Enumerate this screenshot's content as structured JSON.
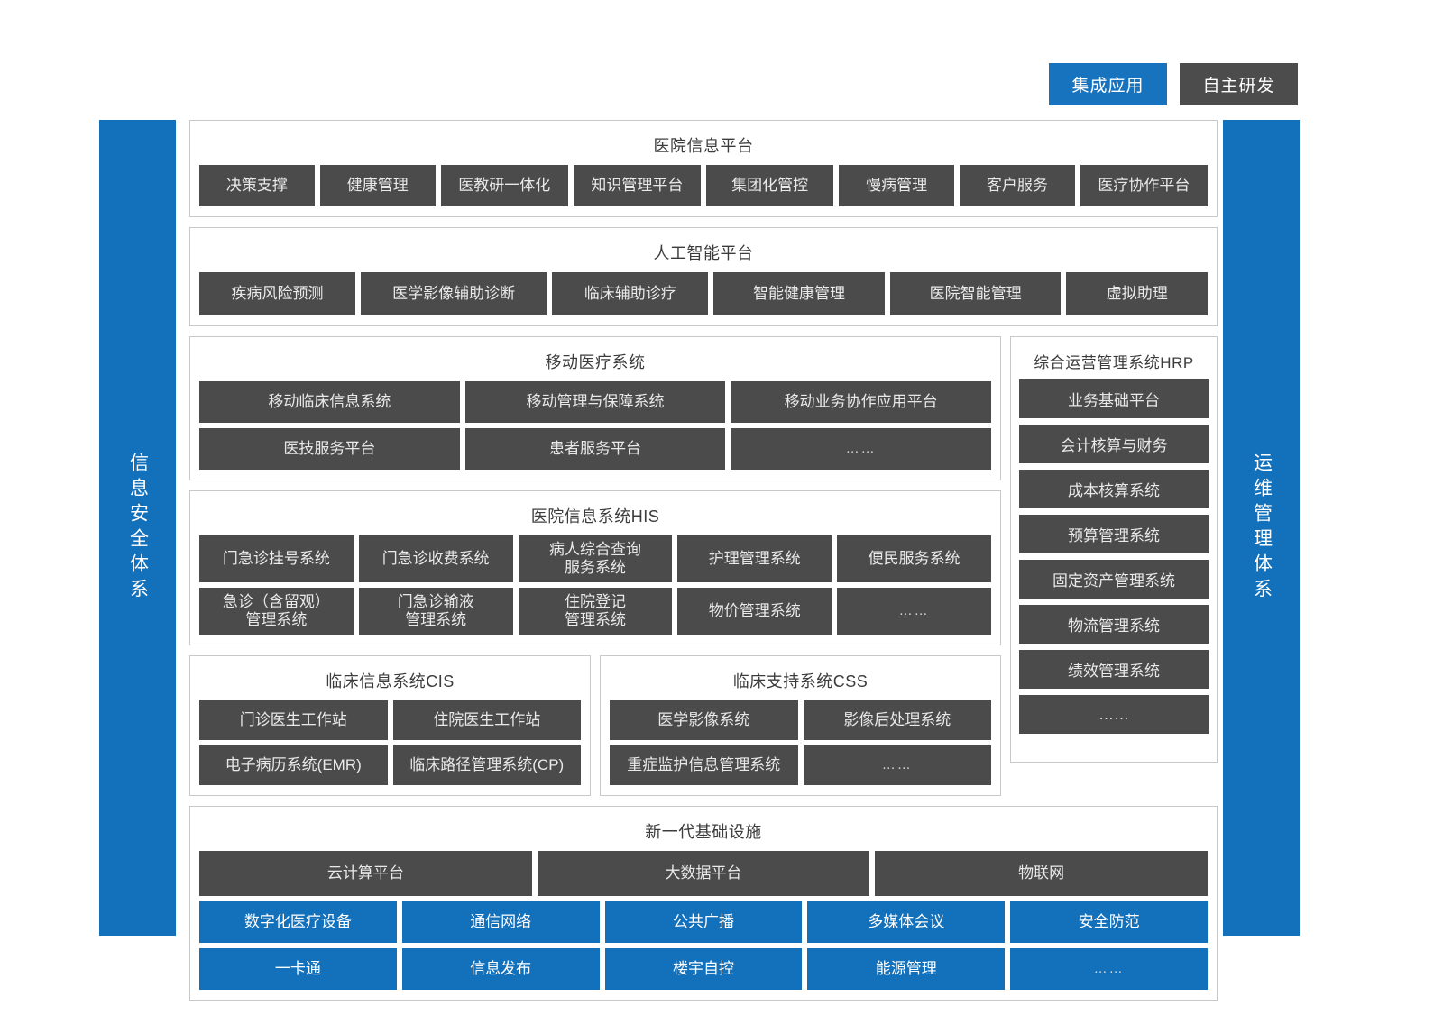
{
  "legend": {
    "items": [
      {
        "label": "集成应用",
        "color": "#1773bd",
        "kind": "integrated"
      },
      {
        "label": "自主研发",
        "color": "#4c4c4c",
        "kind": "self-developed"
      }
    ]
  },
  "sidebars": {
    "left": {
      "label": "信息安全体系",
      "color": "#1370bb"
    },
    "right": {
      "label": "运维管理体系",
      "color": "#1370bb"
    }
  },
  "colors": {
    "dark_box": "#4b4b4b",
    "blue_box": "#1370bb",
    "panel_border": "#c9c9c9",
    "background": "#ffffff"
  },
  "sections": {
    "hospital_info_platform": {
      "title": "医院信息平台",
      "rows": [
        [
          "决策支撑",
          "健康管理",
          "医教研一体化",
          "知识管理平台",
          "集团化管控",
          "慢病管理",
          "客户服务",
          "医疗协作平台"
        ]
      ]
    },
    "ai_platform": {
      "title": "人工智能平台",
      "rows": [
        [
          "疾病风险预测",
          "医学影像辅助诊断",
          "临床辅助诊疗",
          "智能健康管理",
          "医院智能管理",
          "虚拟助理"
        ]
      ]
    },
    "mobile_medical": {
      "title": "移动医疗系统",
      "rows": [
        [
          "移动临床信息系统",
          "移动管理与保障系统",
          "移动业务协作应用平台"
        ],
        [
          "医技服务平台",
          "患者服务平台",
          "……"
        ]
      ]
    },
    "his": {
      "title": "医院信息系统HIS",
      "rows": [
        [
          "门急诊挂号系统",
          "门急诊收费系统",
          "病人综合查询\n服务系统",
          "护理管理系统",
          "便民服务系统"
        ],
        [
          "急诊（含留观）\n管理系统",
          "门急诊输液\n管理系统",
          "住院登记\n管理系统",
          "物价管理系统",
          "……"
        ]
      ]
    },
    "cis": {
      "title": "临床信息系统CIS",
      "rows": [
        [
          "门诊医生工作站",
          "住院医生工作站"
        ],
        [
          "电子病历系统(EMR)",
          "临床路径管理系统(CP)"
        ]
      ]
    },
    "css": {
      "title": "临床支持系统CSS",
      "rows": [
        [
          "医学影像系统",
          "影像后处理系统"
        ],
        [
          "重症监护信息管理系统",
          "……"
        ]
      ]
    },
    "hrp": {
      "title": "综合运营管理系统HRP",
      "items": [
        "业务基础平台",
        "会计核算与财务",
        "成本核算系统",
        "预算管理系统",
        "固定资产管理系统",
        "物流管理系统",
        "绩效管理系统",
        "……"
      ]
    },
    "infrastructure": {
      "title": "新一代基础设施",
      "dark_row": [
        "云计算平台",
        "大数据平台",
        "物联网"
      ],
      "blue_rows": [
        [
          "数字化医疗设备",
          "通信网络",
          "公共广播",
          "多媒体会议",
          "安全防范"
        ],
        [
          "一卡通",
          "信息发布",
          "楼宇自控",
          "能源管理",
          "……"
        ]
      ]
    }
  }
}
